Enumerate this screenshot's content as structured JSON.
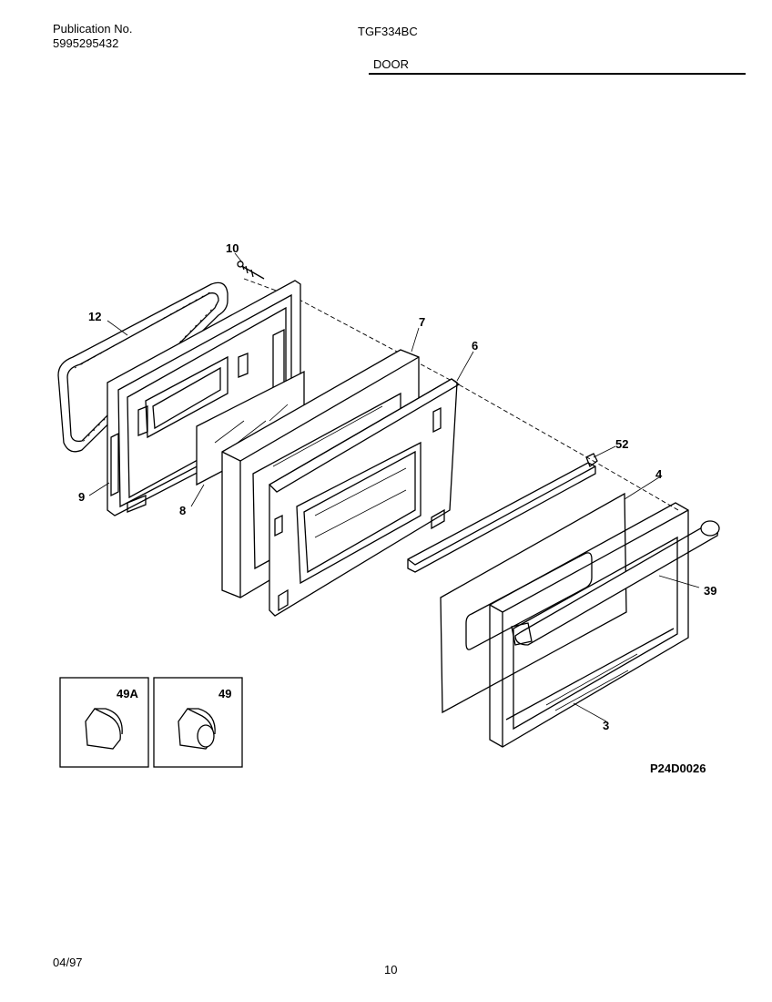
{
  "header": {
    "publication_label": "Publication No.",
    "publication_number": "5995295432",
    "model": "TGF334BC",
    "section": "DOOR"
  },
  "diagram": {
    "callouts": {
      "p10": "10",
      "p12": "12",
      "p7": "7",
      "p6": "6",
      "p52": "52",
      "p4": "4",
      "p39": "39",
      "p9": "9",
      "p8": "8",
      "p3": "3"
    },
    "inset_left_label": "49A",
    "inset_right_label": "49",
    "drawing_code": "P24D0026"
  },
  "footer": {
    "date": "04/97",
    "page_number": "10"
  }
}
